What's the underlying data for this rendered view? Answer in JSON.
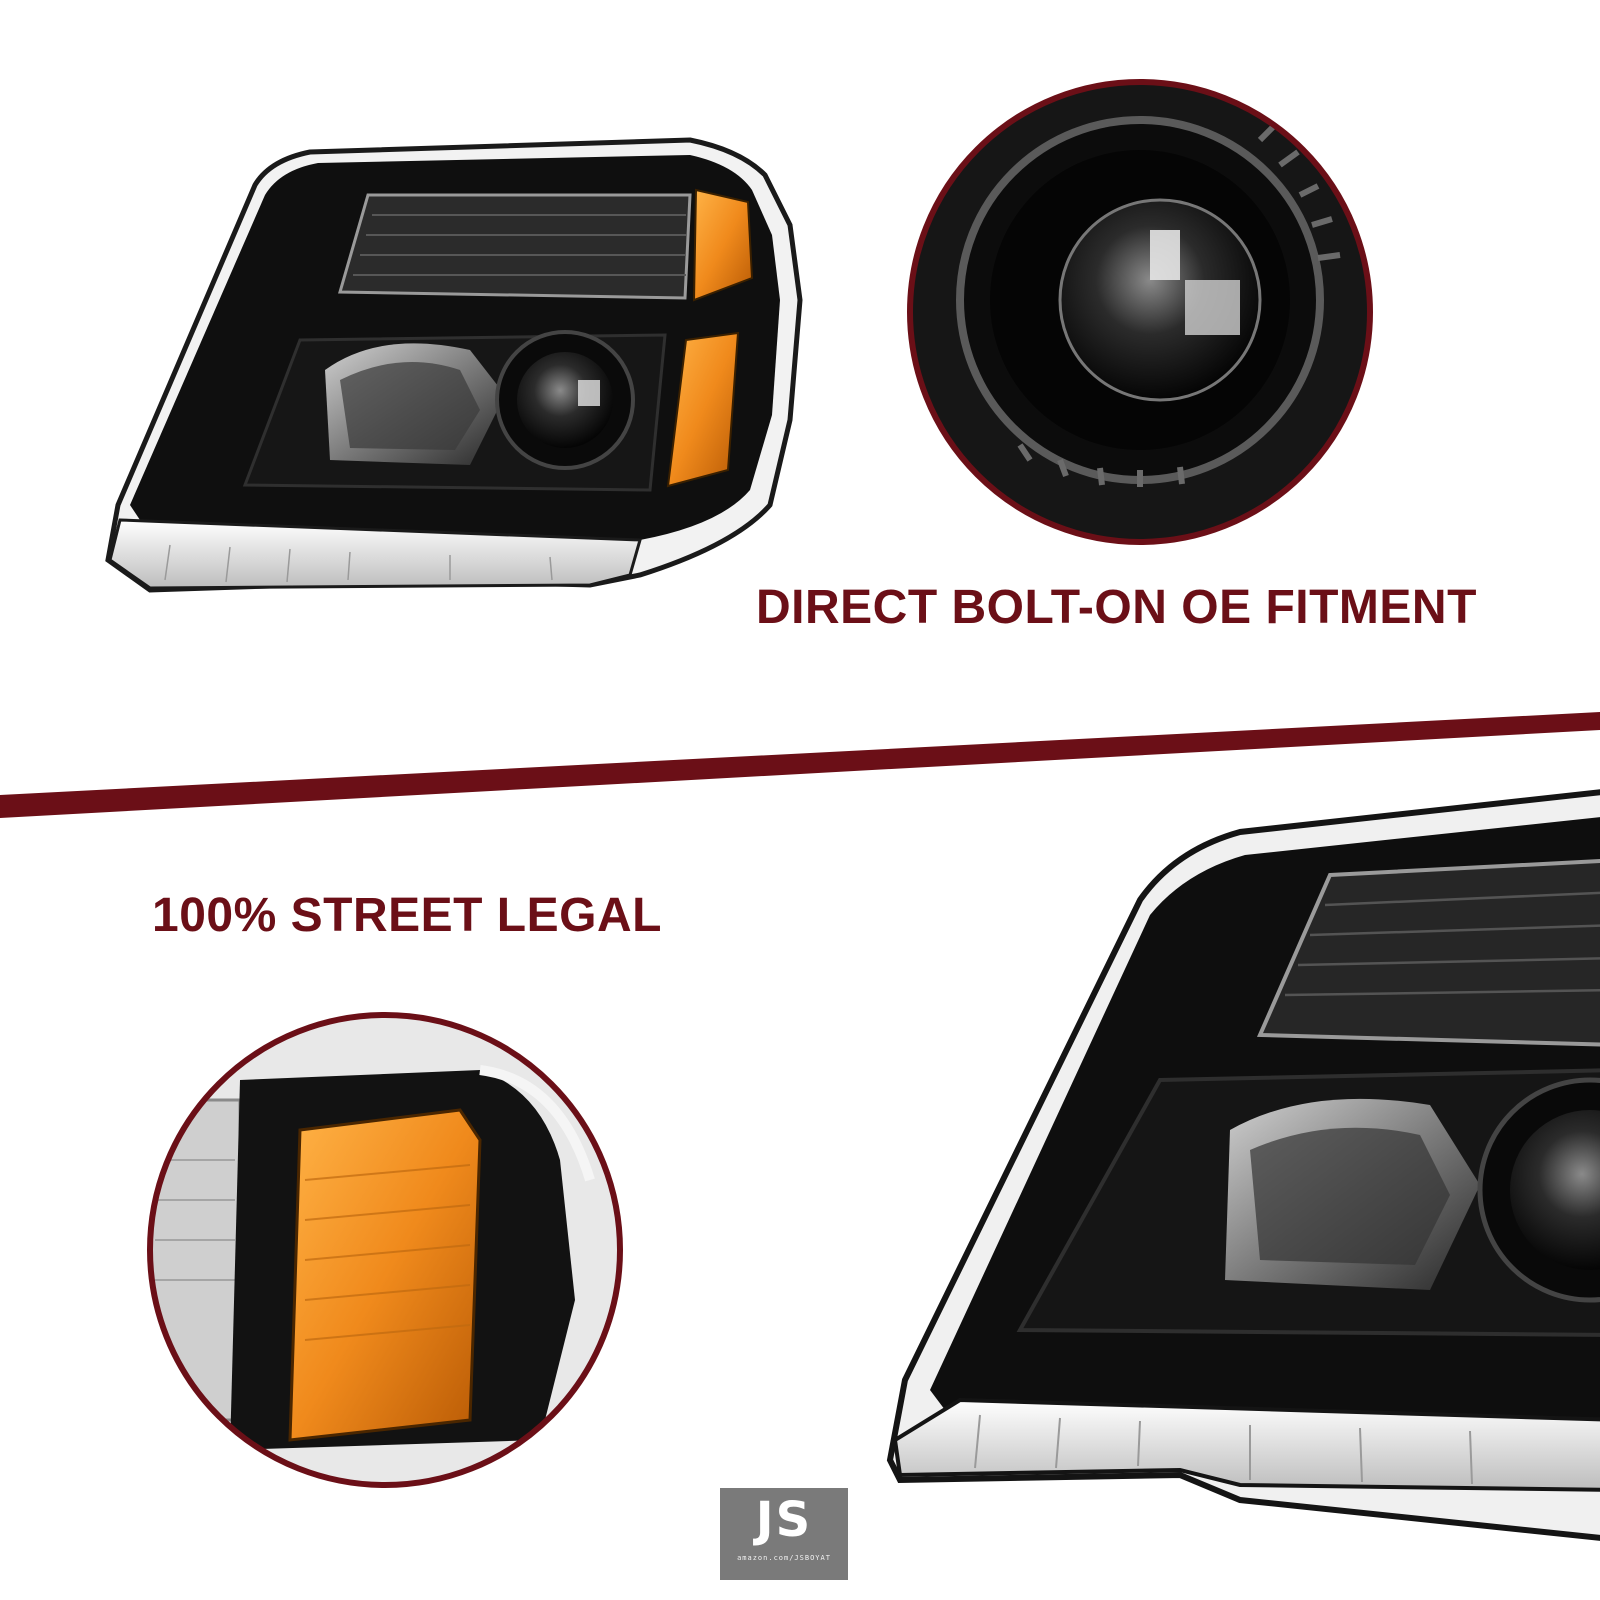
{
  "page": {
    "background": "#ffffff",
    "accent_color": "#6b0f17",
    "amber_color": "#e98a1a"
  },
  "headlines": {
    "top": "DIRECT BOLT-ON OE FITMENT",
    "bottom": "100% STREET LEGAL"
  },
  "logo": {
    "text": "JS",
    "url": "amazon.com/JSBOYAT"
  },
  "images": {
    "headlight_full": "front-left projector headlight, black housing, amber side marker",
    "projector_closeup": "circular close-up of projector lens",
    "marker_closeup": "circular close-up of amber side marker",
    "headlight_large": "large cropped view of headlight"
  }
}
